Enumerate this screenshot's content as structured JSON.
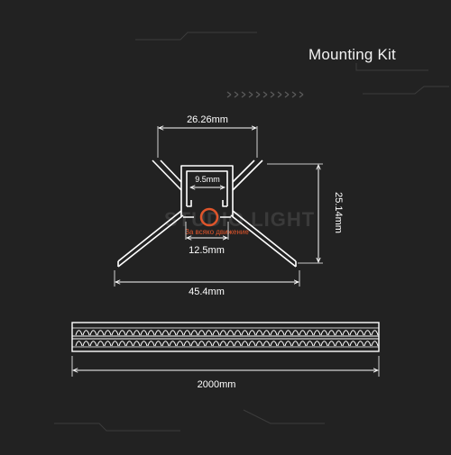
{
  "title": "Mounting Kit",
  "dimensions": {
    "top_width": "26.26mm",
    "channel_width": "9.5mm",
    "height": "25.14mm",
    "inner_width": "12.5mm",
    "total_width": "45.4mm",
    "length": "2000mm"
  },
  "watermark": {
    "brand": "STUDIO LIGHT",
    "slogan": "За всяко движение"
  },
  "colors": {
    "background": "#222222",
    "lines": "#ffffff",
    "accent": "#e0552b",
    "decor": "#3c3c3c"
  }
}
